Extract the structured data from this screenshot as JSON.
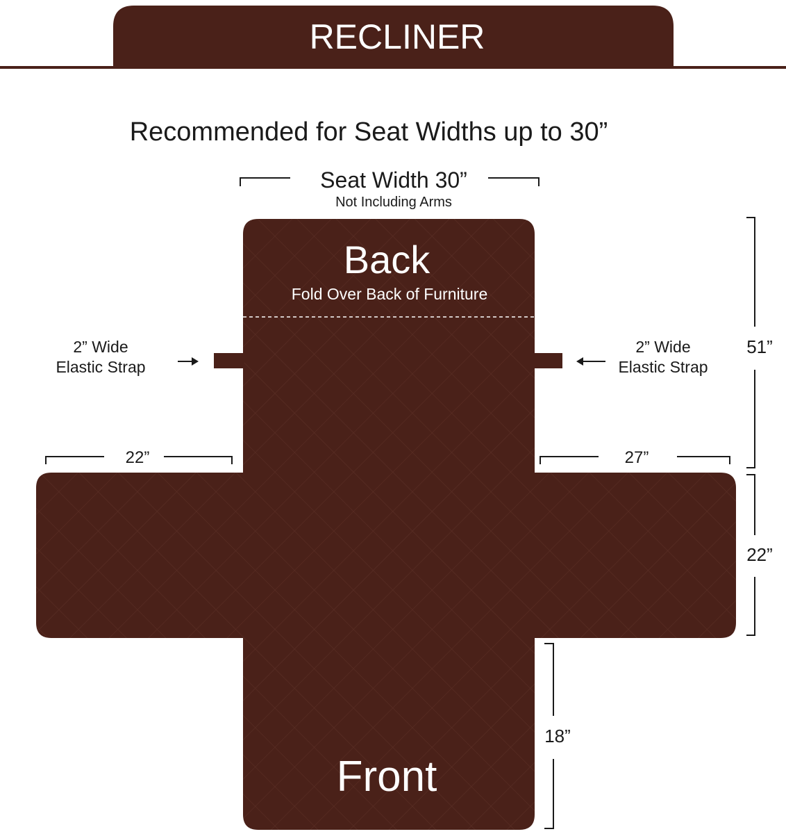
{
  "header": {
    "title": "RECLINER"
  },
  "subtitle": "Recommended for Seat Widths up to 30”",
  "seat_width": {
    "label": "Seat Width 30”",
    "note": "Not Including Arms"
  },
  "panels": {
    "back_label": "Back",
    "back_note": "Fold Over Back of Furniture",
    "front_label": "Front"
  },
  "straps": {
    "left_line1": "2” Wide",
    "left_line2": "Elastic Strap",
    "right_line1": "2” Wide",
    "right_line2": "Elastic Strap"
  },
  "dimensions": {
    "left_arm": "22”",
    "right_arm": "27”",
    "back_height": "51”",
    "arm_depth": "22”",
    "front_height": "18”"
  },
  "colors": {
    "fabric": "#4a2119",
    "quilt_line": "#5a2e25",
    "ink": "#1a1a1a",
    "text_light": "#ffffff"
  }
}
